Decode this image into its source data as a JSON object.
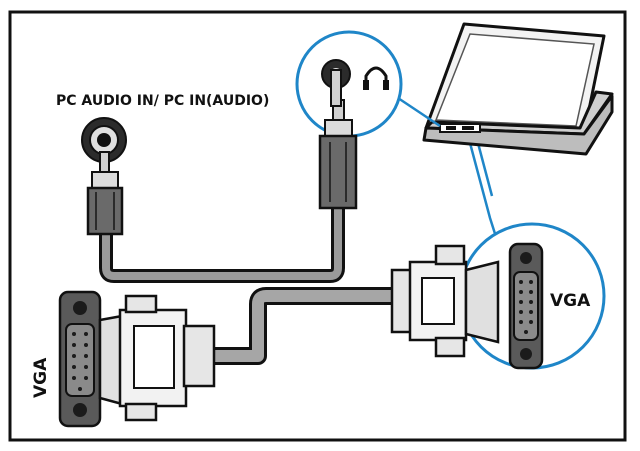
{
  "labels": {
    "pc_audio_in": "PC AUDIO IN/ PC IN(AUDIO)",
    "vga_tv": "VGA",
    "vga_pc": "VGA"
  },
  "icons": {
    "headphone": "headphone-icon",
    "laptop": "laptop-icon"
  },
  "colors": {
    "frame": "#111111",
    "connector_dark": "#2b2b2b",
    "connector_mid": "#6a6a6a",
    "connector_light": "#d9d9d9",
    "cable_gray": "#9a9a9a",
    "callout_blue": "#1f86c8"
  }
}
